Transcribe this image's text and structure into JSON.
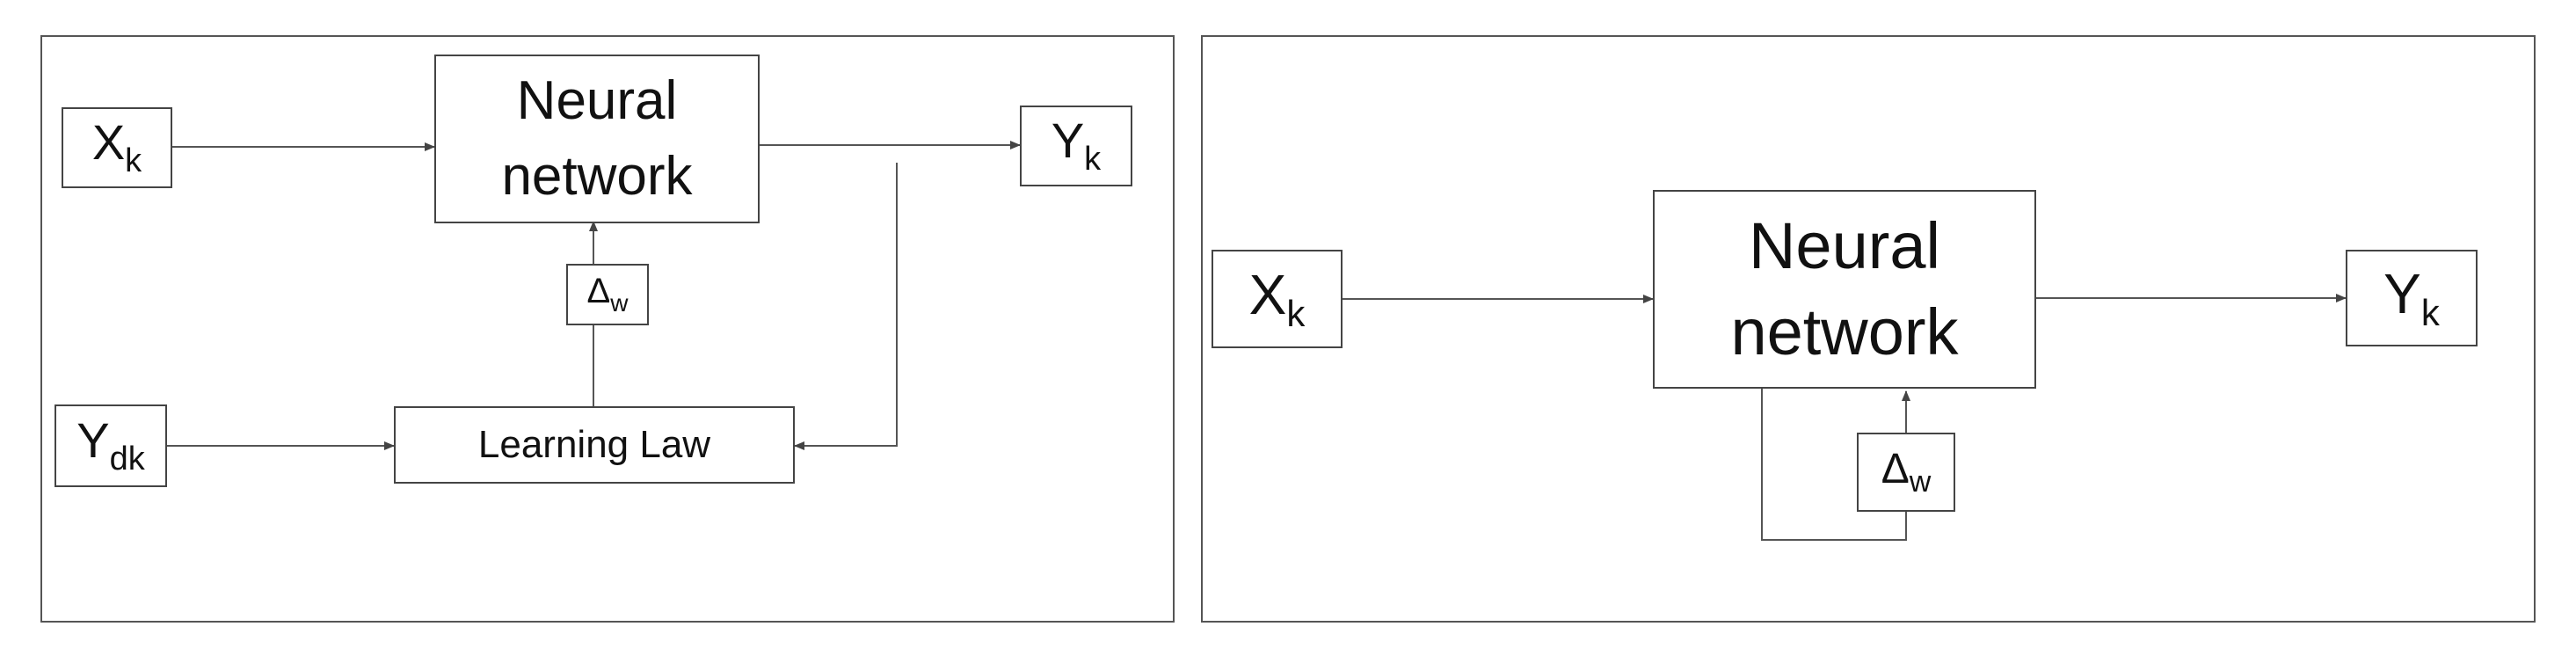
{
  "left_diagram": {
    "input": {
      "main": "X",
      "sub": "k"
    },
    "network": "Neural\nnetwork",
    "output": {
      "main": "Y",
      "sub": "k"
    },
    "delta": {
      "main": "Δ",
      "sub": "w"
    },
    "desired": {
      "main": "Y",
      "sub": "dk"
    },
    "learning_law": "Learning Law"
  },
  "right_diagram": {
    "input": {
      "main": "X",
      "sub": "k"
    },
    "network": "Neural\nnetwork",
    "output": {
      "main": "Y",
      "sub": "k"
    },
    "delta": {
      "main": "Δ",
      "sub": "w"
    }
  }
}
